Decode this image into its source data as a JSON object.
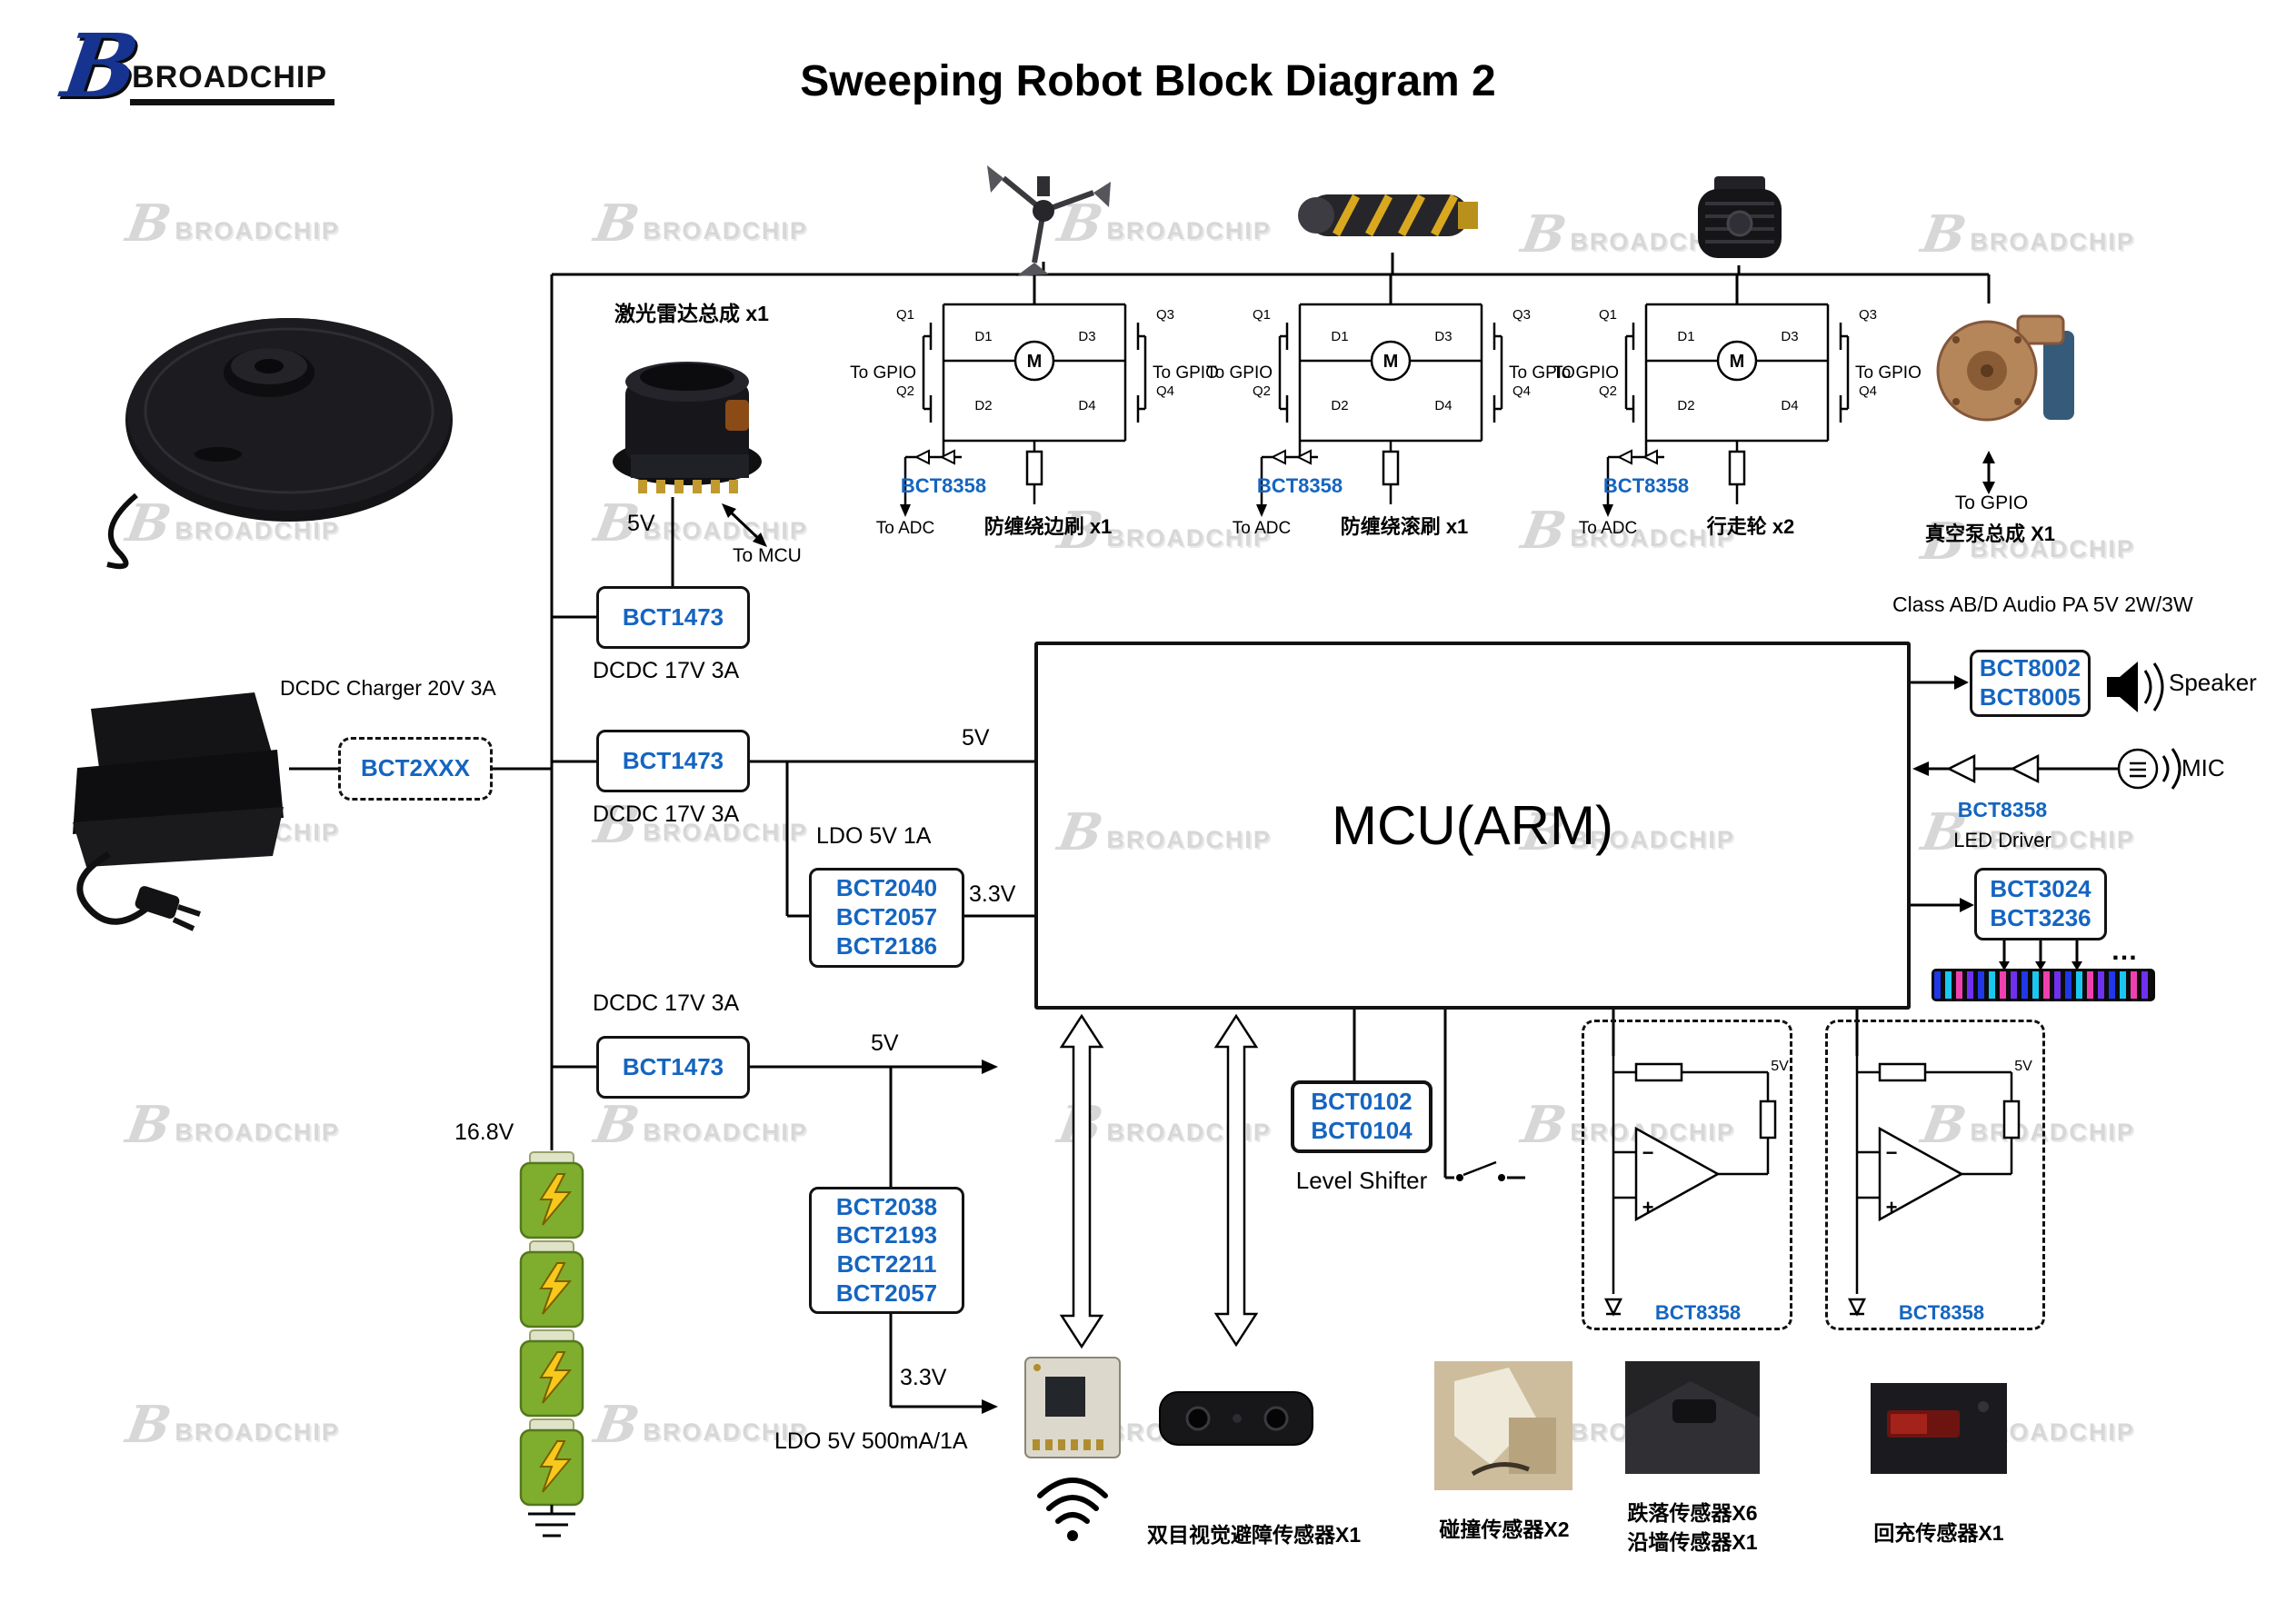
{
  "title": "Sweeping Robot Block Diagram 2",
  "brand": {
    "b": "B",
    "name": "BROADCHIP",
    "watermark": "BROADCHIP"
  },
  "colors": {
    "chip_label": "#1565c0",
    "wire": "#000000",
    "watermark": "#d7d7d7",
    "battery_green": "#7fae2e",
    "bolt_yellow": "#f6c91c",
    "led_strip": [
      "#2038e8",
      "#18c8f0",
      "#f040b0",
      "#7030f0"
    ]
  },
  "labels": {
    "v5": "5V",
    "v33": "3.3V",
    "v168": "16.8V",
    "dcdc17": "DCDC 17V 3A",
    "charger_caption": "DCDC Charger 20V 3A",
    "ldo5_1a": "LDO 5V 1A",
    "ldo5_500": "LDO 5V 500mA/1A",
    "to_mcu": "To MCU",
    "to_gpio": "To GPIO",
    "to_adc": "To ADC",
    "level_shifter": "Level Shifter",
    "led_driver": "LED Driver",
    "audio_class": "Class  AB/D Audio PA 5V 2W/3W",
    "speaker": "Speaker",
    "mic": "MIC",
    "lidar_caption": "激光雷达总成 x1",
    "vacuum_caption": "真空泵总成 X1",
    "dots": "…",
    "mcu": "MCU(ARM)"
  },
  "chips": {
    "charger": "BCT2XXX",
    "buck": "BCT1473",
    "driver": "BCT8358",
    "ldo1": [
      "BCT2040",
      "BCT2057",
      "BCT2186"
    ],
    "ldo2": [
      "BCT2038",
      "BCT2193",
      "BCT2211",
      "BCT2057"
    ],
    "level_shifter": [
      "BCT0102",
      "BCT0104"
    ],
    "audio": [
      "BCT8002",
      "BCT8005"
    ],
    "led": [
      "BCT3024",
      "BCT3236"
    ]
  },
  "hb": {
    "q1": "Q1",
    "q2": "Q2",
    "q3": "Q3",
    "q4": "Q4",
    "d1": "D1",
    "d2": "D2",
    "d3": "D3",
    "d4": "D4",
    "m": "M"
  },
  "hbridges": [
    {
      "caption": "防缠绕边刷 x1"
    },
    {
      "caption": "防缠绕滚刷 x1"
    },
    {
      "caption": "行走轮 x2"
    }
  ],
  "opamp": {
    "plus": "+",
    "minus": "−",
    "v5": "5V"
  },
  "sensors": {
    "camera": "双目视觉避障传感器X1",
    "bump": "碰撞传感器X2",
    "cliff": "跌落传感器X6",
    "wall": "沿墙传感器X1",
    "dock": "回充传感器X1"
  }
}
